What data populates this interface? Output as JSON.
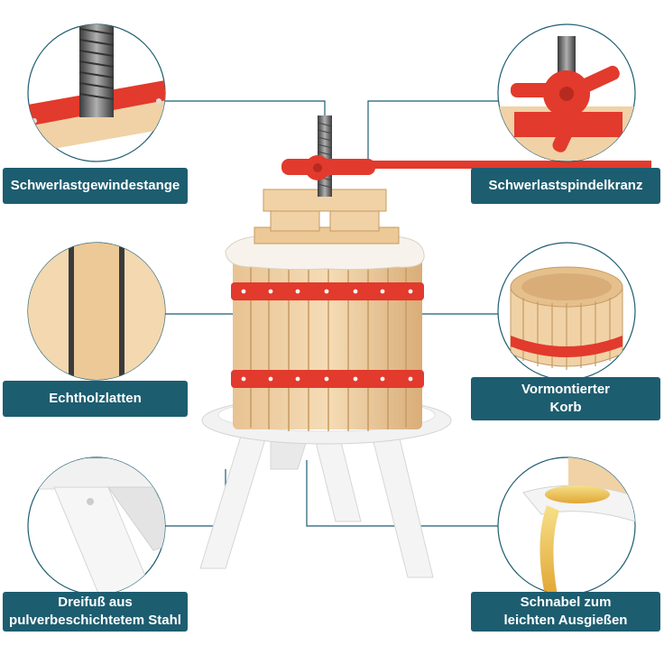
{
  "colors": {
    "label_bg": "#1d5d70",
    "accent_red": "#e23a2c",
    "wood_light": "#f0d2a6",
    "wood_dark": "#c89c66",
    "plastic_white": "#f4f4f4",
    "thread_grey": "#6b6b6b"
  },
  "callouts": {
    "top_left": {
      "label": "Schwerlastgewindestange",
      "icon": "threaded-rod-detail"
    },
    "top_right": {
      "label": "Schwerlastspindelkranz",
      "icon": "spindle-crank-detail"
    },
    "mid_left": {
      "label": "Echtholzlatten",
      "icon": "wood-slats-detail"
    },
    "mid_right": {
      "lines": [
        "Vormontierter",
        "Korb"
      ],
      "icon": "basket-detail"
    },
    "bottom_left": {
      "lines": [
        "Dreifuß aus",
        "pulverbeschichtetem Stahl"
      ],
      "icon": "tripod-leg-detail"
    },
    "bottom_right": {
      "lines": [
        "Schnabel zum",
        "leichten Ausgießen"
      ],
      "icon": "spout-pour-detail"
    }
  },
  "product": {
    "icon": "fruit-press"
  }
}
